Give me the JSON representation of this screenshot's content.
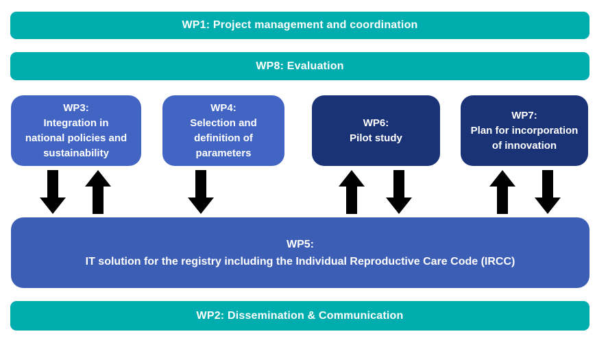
{
  "diagram": {
    "top_bars": [
      {
        "id": "wp1",
        "label": "WP1: Project management and coordination"
      },
      {
        "id": "wp8",
        "label": "WP8: Evaluation"
      }
    ],
    "middle_boxes": [
      {
        "id": "wp3",
        "variant": "blue",
        "title": "WP3:",
        "lines": [
          "Integration in",
          "national policies and",
          "sustainability"
        ]
      },
      {
        "id": "wp4",
        "variant": "blue",
        "title": "WP4:",
        "lines": [
          "Selection and",
          "definition of",
          "parameters"
        ]
      },
      {
        "id": "wp6",
        "variant": "navy",
        "title": "WP6:",
        "lines": [
          "Pilot study"
        ]
      },
      {
        "id": "wp7",
        "variant": "navy",
        "title": "WP7:",
        "lines": [
          "Plan for incorporation",
          "of innovation"
        ]
      }
    ],
    "arrows": [
      {
        "under": "wp3",
        "direction": "down",
        "icon": "down-arrow-icon"
      },
      {
        "under": "wp3",
        "direction": "up",
        "icon": "up-arrow-icon"
      },
      {
        "under": "wp4",
        "direction": "down",
        "icon": "down-arrow-icon"
      },
      {
        "under": "wp6",
        "direction": "up",
        "icon": "up-arrow-icon"
      },
      {
        "under": "wp6",
        "direction": "down",
        "icon": "down-arrow-icon"
      },
      {
        "under": "wp7",
        "direction": "up",
        "icon": "up-arrow-icon"
      },
      {
        "under": "wp7",
        "direction": "down",
        "icon": "down-arrow-icon"
      }
    ],
    "wp5": {
      "title": "WP5:",
      "subtitle": "IT solution for the registry including the Individual Reproductive Care Code (IRCC)"
    },
    "bottom_bar": {
      "id": "wp2",
      "label": "WP2: Dissemination & Communication"
    },
    "colors": {
      "teal": "#00ADAE",
      "blue": "#4265C4",
      "navy": "#1A3377",
      "wp5_blue": "#3D5EB5",
      "arrow": "#000000",
      "text": "#FFFFFF",
      "background": "#FFFFFF"
    }
  }
}
